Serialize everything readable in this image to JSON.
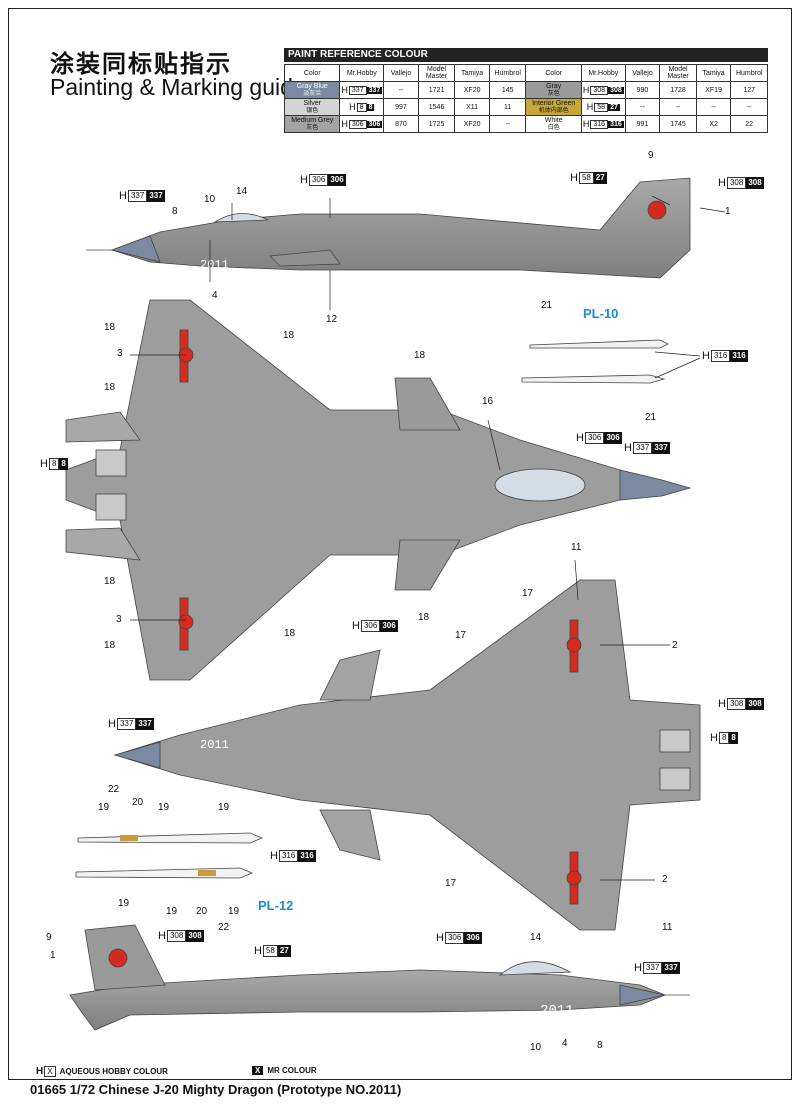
{
  "title_cn": "涂装同标贴指示",
  "title_en": "Painting & Marking guide",
  "paint_table": {
    "heading": "PAINT REFERENCE COLOUR",
    "headers": [
      "Color",
      "Mr.Hobby",
      "Vallejo",
      "Model Master",
      "Tamiya",
      "Humbrol",
      "Color",
      "Mr.Hobby",
      "Vallejo",
      "Model Master",
      "Tamiya",
      "Humbrol"
    ],
    "rows": [
      {
        "left": {
          "color": "Gray Blue",
          "color_cn": "淡灰兰",
          "swatch": "#7b8aa0",
          "hobby": "337",
          "mr": "337",
          "vallejo": "--",
          "model_master": "1721",
          "tamiya": "XF20",
          "humbrol": "145"
        },
        "right": {
          "color": "Gray",
          "color_cn": "灰色",
          "swatch": "#9a9a9a",
          "hobby": "308",
          "mr": "308",
          "vallejo": "990",
          "model_master": "1728",
          "tamiya": "XF19",
          "humbrol": "127"
        }
      },
      {
        "left": {
          "color": "Silver",
          "color_cn": "银色",
          "swatch": "#d4d4d4",
          "hobby": "8",
          "mr": "8",
          "vallejo": "997",
          "model_master": "1546",
          "tamiya": "X11",
          "humbrol": "11"
        },
        "right": {
          "color": "Interior Green",
          "color_cn": "机体内部色",
          "swatch": "#c7a63a",
          "hobby": "58",
          "mr": "27",
          "vallejo": "--",
          "model_master": "--",
          "tamiya": "--",
          "humbrol": "--"
        }
      },
      {
        "left": {
          "color": "Medium Grey",
          "color_cn": "灰色",
          "swatch": "#a3a3a3",
          "hobby": "306",
          "mr": "306",
          "vallejo": "870",
          "model_master": "1725",
          "tamiya": "XF20",
          "humbrol": "--"
        },
        "right": {
          "color": "White",
          "color_cn": "白色",
          "swatch": "#ffffff",
          "hobby": "316",
          "mr": "316",
          "vallejo": "991",
          "model_master": "1745",
          "tamiya": "X2",
          "humbrol": "22"
        }
      }
    ]
  },
  "h_prefix": "H",
  "tags": {
    "t337": {
      "a": "337",
      "b": "337"
    },
    "t306": {
      "a": "306",
      "b": "306"
    },
    "t58": {
      "a": "58",
      "b": "27"
    },
    "t308": {
      "a": "308",
      "b": "308"
    },
    "t8": {
      "a": "8",
      "b": "8"
    },
    "t316": {
      "a": "316",
      "b": "316"
    }
  },
  "callouts": {
    "n1": "1",
    "n2": "2",
    "n3": "3",
    "n4": "4",
    "n8": "8",
    "n9": "9",
    "n10": "10",
    "n11": "11",
    "n12": "12",
    "n14": "14",
    "n16": "16",
    "n17": "17",
    "n18": "18",
    "n19": "19",
    "n20": "20",
    "n21": "21",
    "n22": "22"
  },
  "serial": "2011",
  "missile_labels": {
    "pl10": "PL-10",
    "pl12": "PL-12"
  },
  "legend": {
    "aqueous_box": "X",
    "aqueous_text": "AQUEOUS HOBBY COLOUR",
    "mr_box": "X",
    "mr_text": "MR COLOUR"
  },
  "footer": "01665 1/72  Chinese J-20 Mighty Dragon (Prototype NO.2011)"
}
